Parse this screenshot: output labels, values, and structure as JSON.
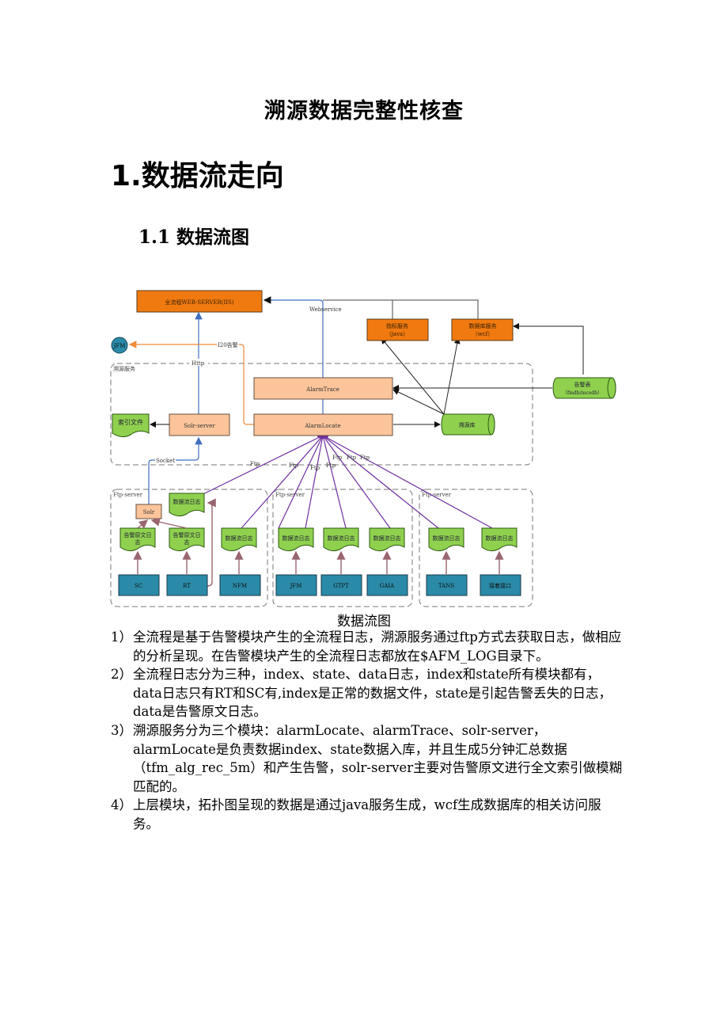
{
  "document": {
    "title": "溯源数据完整性核查",
    "heading1": "1.数据流走向",
    "heading2": "1.1 数据流图",
    "figure_caption": "数据流图"
  },
  "diagram": {
    "nodes": {
      "web_server": "全流程WEB-SERVER(IIS)",
      "metric_service": "指标服务",
      "metric_service_sub": "（java）",
      "db_service": "数据库服务",
      "db_service_sub": "（wcf）",
      "jfm": "JFM",
      "alarm_table": "告警表",
      "alarm_table_sub": "（fmdb/mcodb）",
      "alarm_trace": "AlarmTrace",
      "alarm_locate": "AlarmLocate",
      "solr_server": "Solr-server",
      "index_file": "索引文件",
      "trace_db": "溯源库",
      "solr": "Solr",
      "alarm_raw_log_1": [
        "告警原文日",
        "志"
      ],
      "alarm_raw_log_2": [
        "告警原文日",
        "志"
      ],
      "dataflow_log": "数据流日志",
      "sources": [
        "SC",
        "RT",
        "NFM",
        "JFM",
        "GTPT",
        "GAIA",
        "TANS",
        "接着接口"
      ]
    },
    "groups": {
      "trace_service": "溯源服务",
      "ftp_server_1": "Ftp-server",
      "ftp_server_2": "Ftp-server",
      "ftp_server_3": "Ftp-server"
    },
    "edge_labels": {
      "webservice": "Webservice",
      "http": "Http",
      "i20_alarm": "I20告警",
      "socket": "Socket",
      "ftp": "Ftp"
    },
    "colors": {
      "orange_box": "#f07a10",
      "peach_box": "#fbc49a",
      "green_doc": "#8fd14f",
      "teal_box": "#2a8aa8",
      "blue_line": "#3f6fbf",
      "orange_line": "#f08a3c",
      "purple_line": "#7030a0",
      "brown_arrow": "#996670"
    }
  },
  "list": [
    {
      "num": "1）",
      "text": "全流程是基于告警模块产生的全流程日志，溯源服务通过ftp方式去获取日志，做相应的分析呈现。在告警模块产生的全流程日志都放在$AFM_LOG目录下。"
    },
    {
      "num": "2）",
      "text": "全流程日志分为三种，index、state、data日志，index和state所有模块都有，data日志只有RT和SC有,index是正常的数据文件，state是引起告警丢失的日志，data是告警原文日志。"
    },
    {
      "num": "3）",
      "text": "溯源服务分为三个模块：alarmLocate、alarmTrace、solr-server，alarmLocate是负责数据index、state数据入库，并且生成5分钟汇总数据（tfm_alg_rec_5m）和产生告警，solr-server主要对告警原文进行全文索引做模糊匹配的。"
    },
    {
      "num": "4）",
      "text": "上层模块，拓扑图呈现的数据是通过java服务生成，wcf生成数据库的相关访问服务。"
    }
  ]
}
